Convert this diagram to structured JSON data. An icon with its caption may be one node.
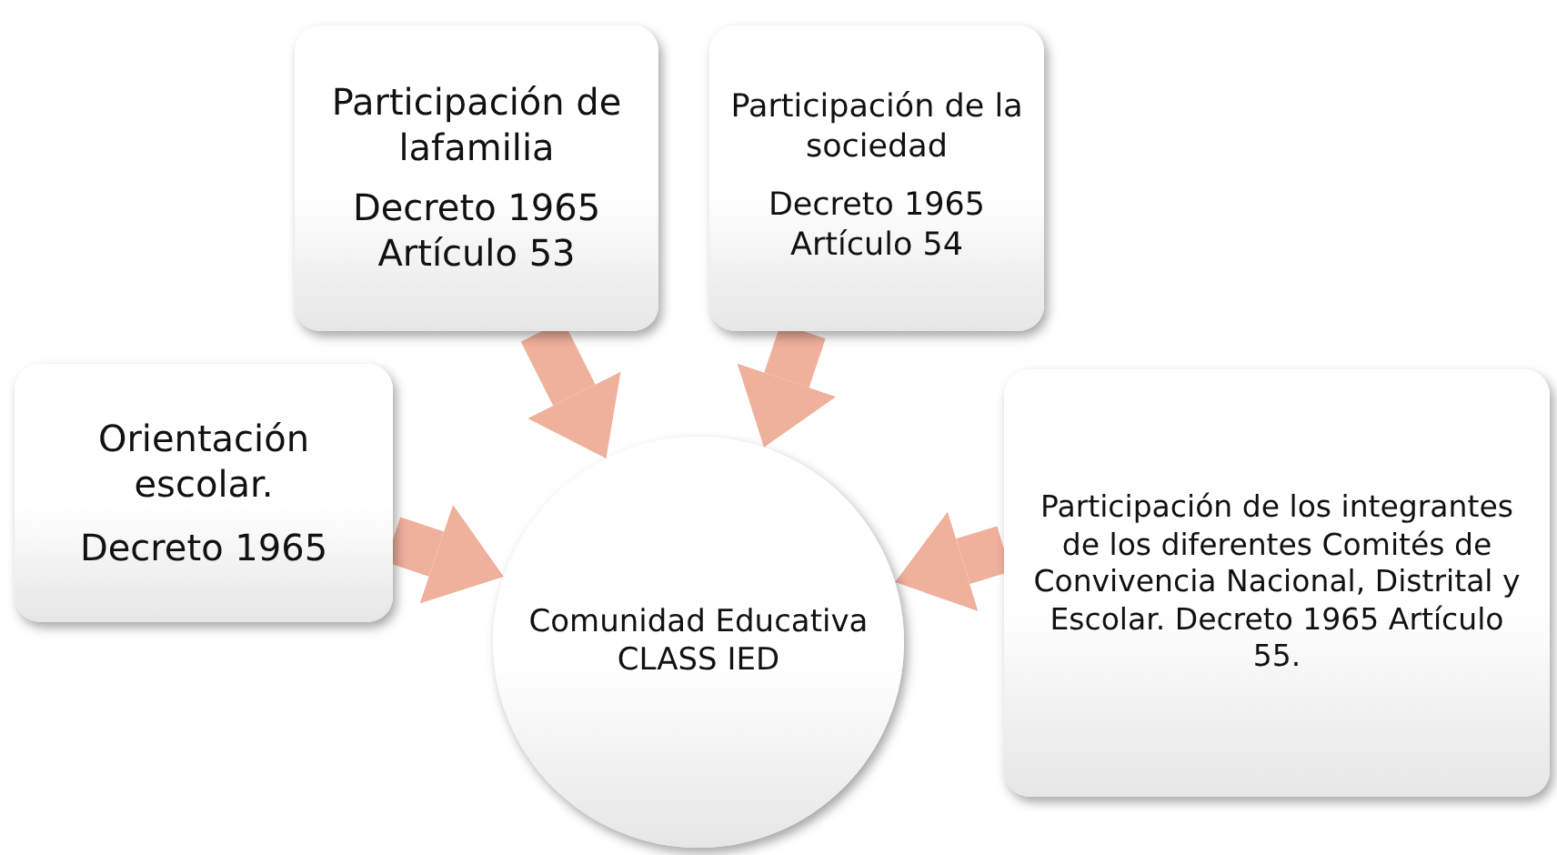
{
  "diagram": {
    "nodes": [
      {
        "text": [
          "Participación de lafamilia",
          "Decreto 1965 Artículo 53"
        ]
      },
      {
        "text": [
          "Participación de la sociedad",
          "Decreto 1965 Artículo 54"
        ]
      },
      {
        "text": [
          "Orientación escolar.",
          "Decreto 1965"
        ]
      },
      {
        "text": [
          "Comunidad Educativa CLASS IED"
        ]
      },
      {
        "text": [
          "Participación de los integrantes de los diferentes Comités de Convivencia Nacional, Distrital y Escolar. Decreto 1965 Artículo 55."
        ]
      }
    ],
    "edges": [
      {
        "from": 0,
        "to": 3,
        "arrow": "to"
      },
      {
        "from": 1,
        "to": 3,
        "arrow": "to"
      },
      {
        "from": 2,
        "to": 3,
        "arrow": "to"
      },
      {
        "from": 4,
        "to": 3,
        "arrow": "to"
      }
    ]
  }
}
